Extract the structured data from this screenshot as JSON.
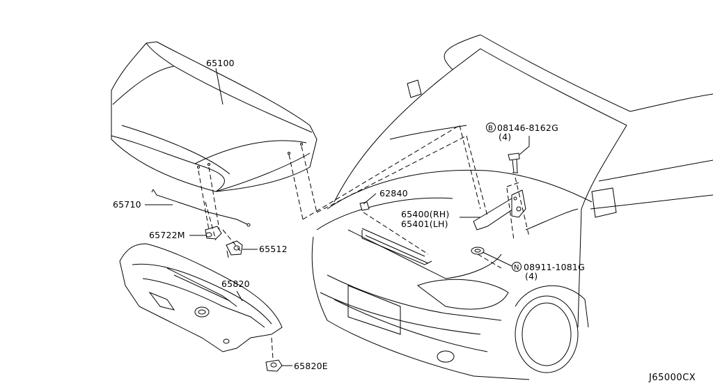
{
  "parts": {
    "hood": "65100",
    "hood_rod": "65710",
    "hood_lock_clip": "65722M",
    "hood_lock": "65512",
    "insulator": "65820",
    "insulator_clip": "65820E",
    "bumper_rubber": "62840",
    "hinge_rh": "65400(RH)",
    "hinge_lh": "65401(LH)",
    "bolt": "08146-8162G",
    "bolt_qty": "(4)",
    "bolt_symbol": "B",
    "nut": "08911-1081G",
    "nut_qty": "(4)",
    "nut_symbol": "N"
  },
  "diagram_ref": "J65000CX"
}
